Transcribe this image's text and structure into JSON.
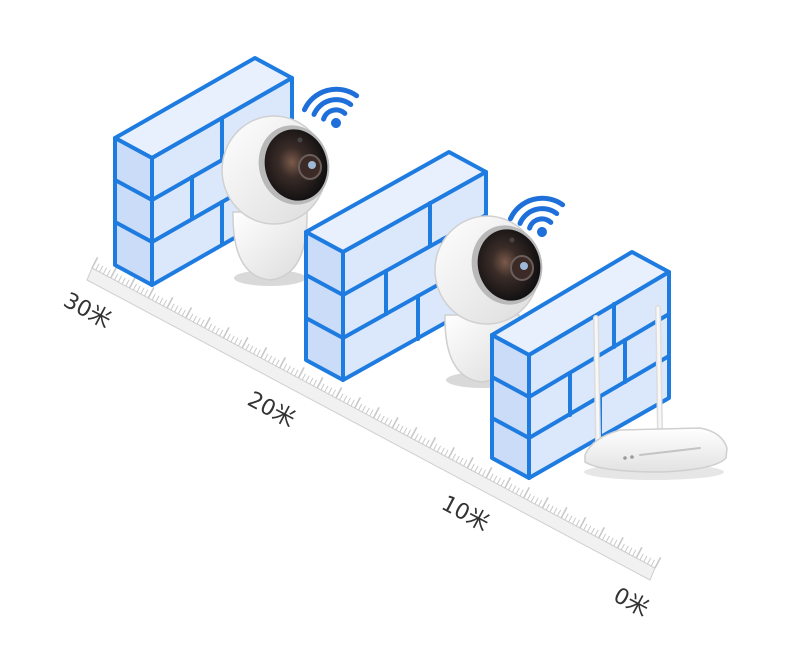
{
  "ruler": {
    "marks": [
      {
        "text": "30米",
        "meters": 30
      },
      {
        "text": "20米",
        "meters": 20
      },
      {
        "text": "10米",
        "meters": 10
      },
      {
        "text": "0米",
        "meters": 0
      }
    ]
  },
  "colors": {
    "wall_stroke": "#1e7be0",
    "wall_front": "#dbe8fb",
    "wall_side": "#cbdcf8",
    "wall_top": "#e8f0fd",
    "wifi": "#1e6fd9",
    "ruler": "#c8c8c8"
  },
  "icons": {
    "camera": "security-camera-icon",
    "wifi": "wifi-icon",
    "router": "router-icon",
    "wall": "brick-wall-icon"
  }
}
